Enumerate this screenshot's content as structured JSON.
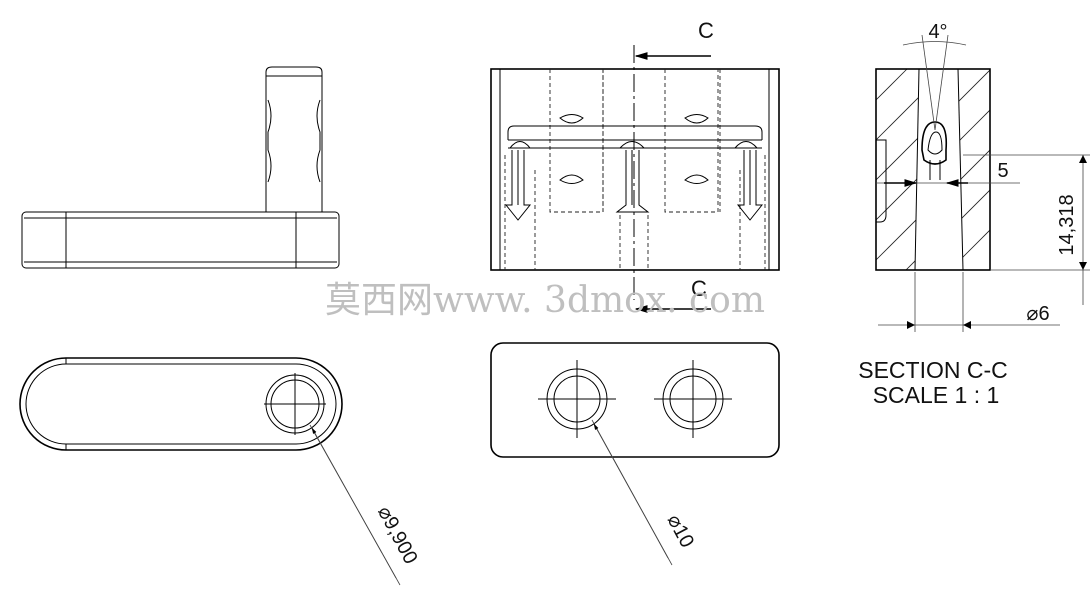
{
  "section_markers": {
    "top_label": "C",
    "bottom_label": "C"
  },
  "dimensions": {
    "angle": "4°",
    "depth": "5",
    "height": "14,318",
    "section_diameter": "⌀6",
    "handle_hole_diameter": "⌀9,900",
    "base_hole_diameter": "⌀10"
  },
  "section_title": {
    "line1": "SECTION C-C",
    "line2": "SCALE 1 : 1"
  },
  "watermark": "莫西网www. 3dmox. com",
  "colors": {
    "line": "#000000",
    "dimension": "#444444",
    "watermark": "#bfbfbf"
  }
}
